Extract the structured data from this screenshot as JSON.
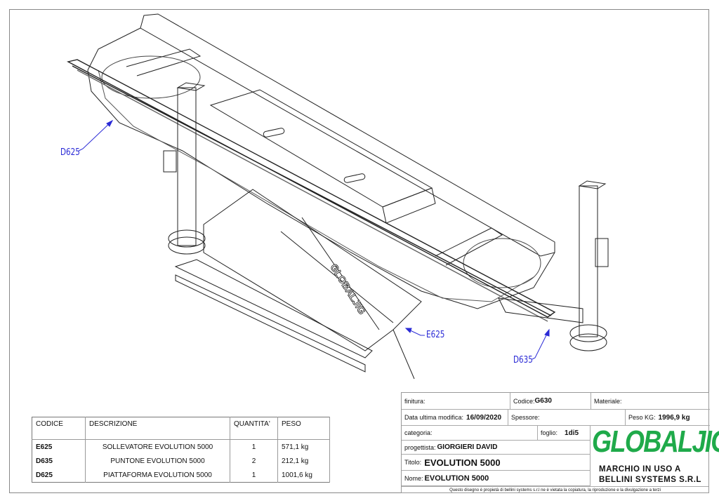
{
  "callouts": {
    "d625": "D625",
    "e625": "E625",
    "d635": "D635"
  },
  "drawing_logo_text": "GLOBALJIG",
  "bom": {
    "headers": [
      "CODICE",
      "DESCRIZIONE",
      "QUANTITA'",
      "PESO"
    ],
    "rows": [
      {
        "code": "E625",
        "desc": "SOLLEVATORE EVOLUTION  5000",
        "qty": "1",
        "peso": "571,1 kg"
      },
      {
        "code": "D635",
        "desc": "PUNTONE EVOLUTION 5000",
        "qty": "2",
        "peso": "212,1 kg"
      },
      {
        "code": "D625",
        "desc": "PIATTAFORMA EVOLUTION 5000",
        "qty": "1",
        "peso": "1001,6 kg"
      }
    ]
  },
  "title_block": {
    "finitura_label": "finitura:",
    "codice_label": "Codice:",
    "codice": "G630",
    "materiale_label": "Materiale:",
    "data_label": "Data ultima modifica:",
    "data": "16/09/2020",
    "spessore_label": "Spessore:",
    "peso_label": "Peso KG:",
    "peso": "1996,9 kg",
    "categoria_label": "categoria:",
    "foglio_label": "foglio:",
    "foglio": "1di5",
    "progettista_label": "progettista:",
    "progettista": "GIORGIERI DAVID",
    "titolo_label": "Titolo:",
    "titolo": "EVOLUTION 5000",
    "nome_label": "Nome:",
    "nome": "EVOLUTION 5000",
    "logo": "GLOBALJIG",
    "marchio_1": "MARCHIO IN USO A",
    "marchio_2": "BELLINI SYSTEMS S.R.L",
    "footer": "Questo disegno è propietà di bellini systems s.r.l ne è vietata la copiatura, la riproduzione e la divulgazione a terzi"
  },
  "colors": {
    "callout": "#2b2bd6",
    "logo": "#1faa4a"
  }
}
